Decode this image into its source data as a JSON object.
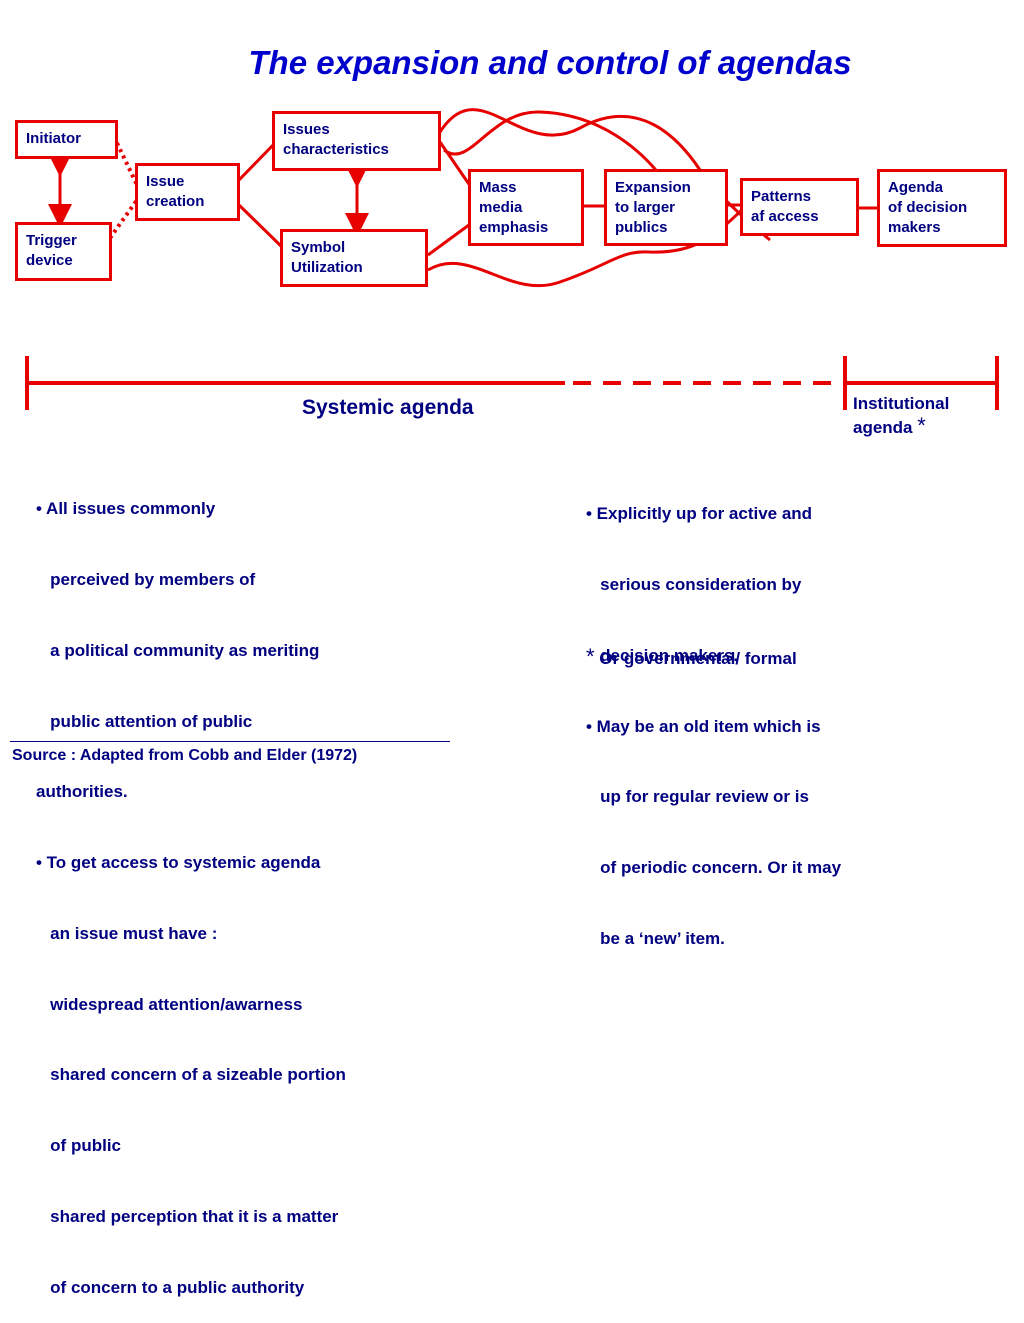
{
  "title": "The expansion and control of agendas",
  "boxes": {
    "initiator": "Initiator",
    "trigger": "Trigger\ndevice",
    "issue_creation": "Issue\ncreation",
    "issues_characteristics": "Issues\ncharacteristics",
    "symbol_utilization": "Symbol\nUtilization",
    "mass_media": "Mass\nmedia\nemphasis",
    "expansion": "Expansion\nto larger\npublics",
    "patterns": "Patterns\naf access",
    "agenda_decision": "Agenda\nof decision\nmakers"
  },
  "timeline": {
    "systemic_label": "Systemic agenda",
    "institutional_label_1": "Institutional",
    "institutional_label_2": "agenda",
    "star": "*"
  },
  "left_text": [
    "• All issues commonly",
    "   perceived by members of",
    "   a political community as meriting",
    "   public attention of public",
    "authorities.",
    "• To get access to systemic agenda",
    "   an issue must have :",
    "   widespread attention/awarness",
    "   shared concern of a sizeable portion",
    "   of public",
    "   shared perception that it is a matter",
    "   of concern to a public authority"
  ],
  "right_text": [
    "• Explicitly up for active and",
    "   serious consideration by",
    "   decision makers.",
    "• May be an old item which is",
    "   up for regular review or is",
    "   of periodic concern. Or it may",
    "   be a ‘new’ item."
  ],
  "footnote": {
    "star": "*",
    "text": " Or governmental/ formal"
  },
  "source": "Source : Adapted from Cobb and Elder (1972)",
  "colors": {
    "accent": "#e60000",
    "text": "#000080",
    "title": "#0000cc"
  }
}
